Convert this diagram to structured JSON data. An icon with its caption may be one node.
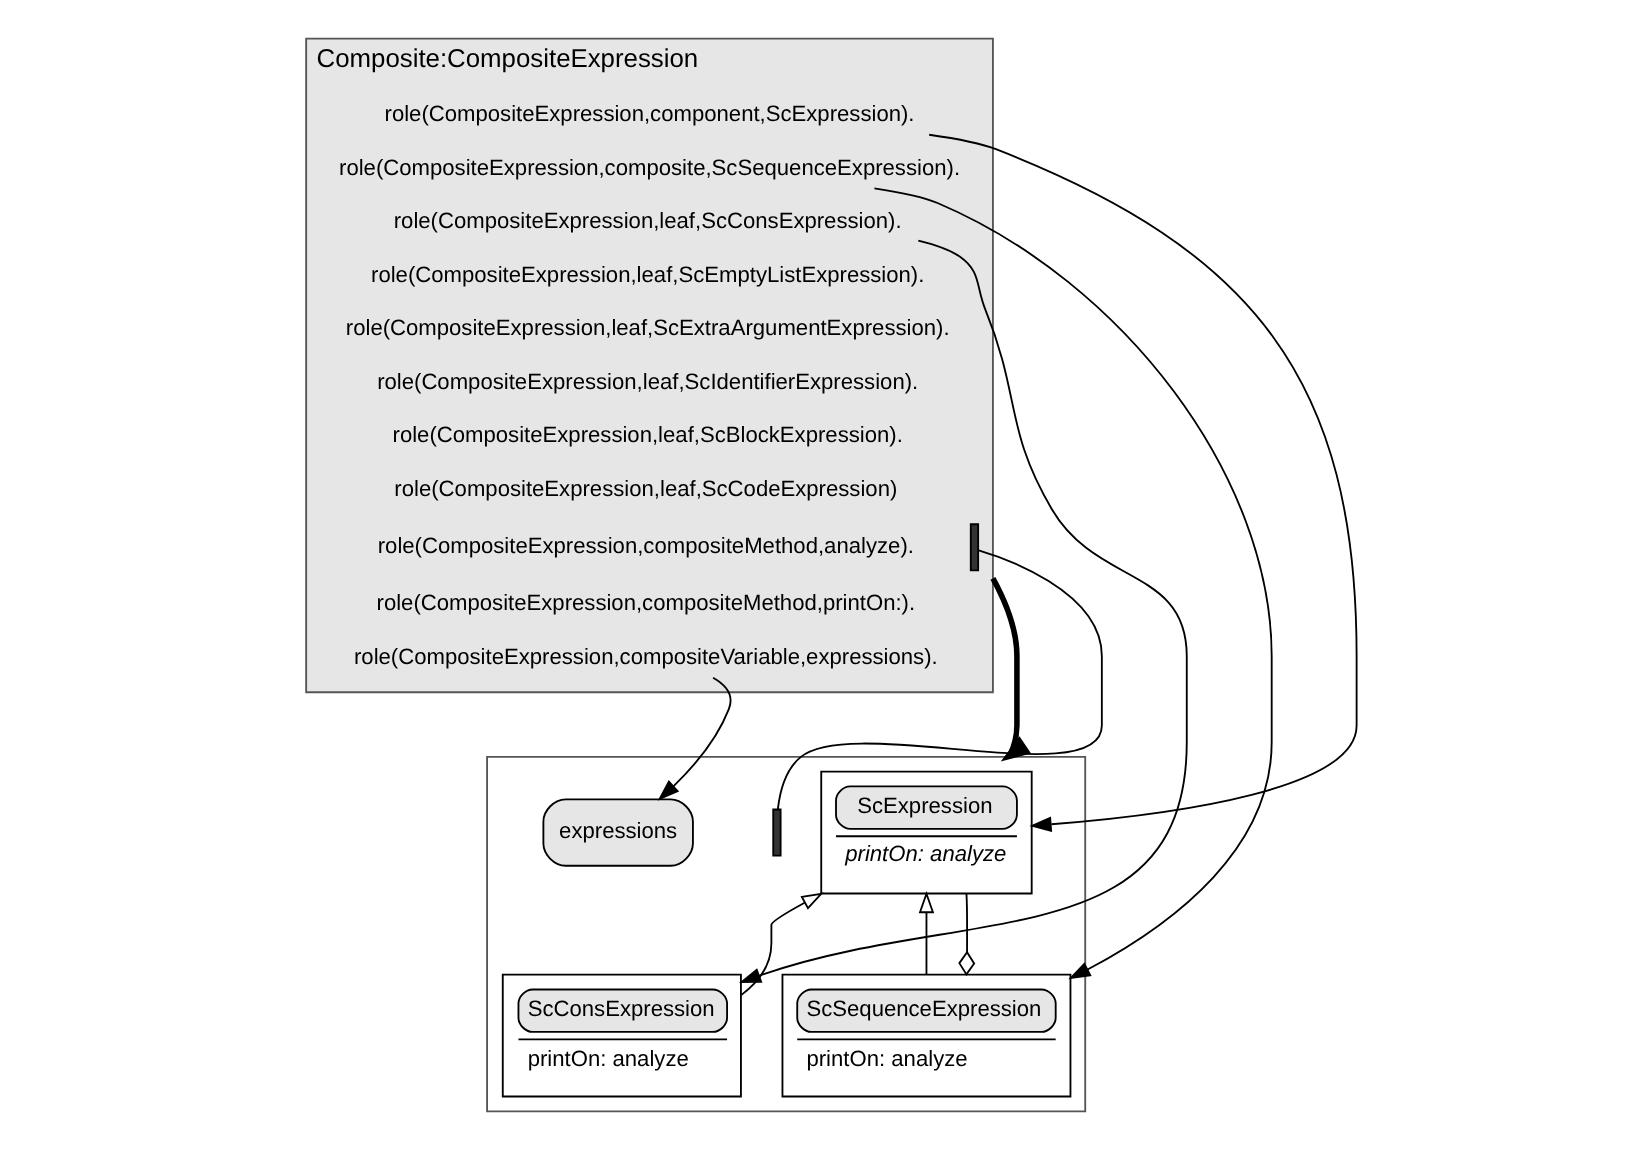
{
  "diagram": {
    "nodes": [
      {
        "text": [
          "Composite:CompositeExpression"
        ]
      },
      {
        "text": [
          "role(CompositeExpression,component,ScExpression)."
        ],
        "in": 0
      },
      {
        "text": [
          "role(CompositeExpression,composite,ScSequenceExpression)."
        ],
        "in": 0
      },
      {
        "text": [
          "role(CompositeExpression,leaf,ScConsExpression)."
        ],
        "in": 0
      },
      {
        "text": [
          "role(CompositeExpression,leaf,ScEmptyListExpression)."
        ],
        "in": 0
      },
      {
        "text": [
          "role(CompositeExpression,leaf,ScExtraArgumentExpression)."
        ],
        "in": 0
      },
      {
        "text": [
          "role(CompositeExpression,leaf,ScIdentifierExpression)."
        ],
        "in": 0
      },
      {
        "text": [
          "role(CompositeExpression,leaf,ScBlockExpression)."
        ],
        "in": 0
      },
      {
        "text": [
          "role(CompositeExpression,leaf,ScCodeExpression)"
        ],
        "in": 0
      },
      {
        "text": [
          "role(CompositeExpression,compositeMethod,analyze)."
        ],
        "in": 0
      },
      {
        "text": [
          "role(CompositeExpression,compositeMethod,printOn:)."
        ],
        "in": 0
      },
      {
        "text": [
          "role(CompositeExpression,compositeVariable,expressions)."
        ],
        "in": 0
      },
      {
        "text": [],
        "shape": "brace",
        "in": 0
      },
      {
        "text": [],
        "shape": "box"
      },
      {
        "text": [
          "ScExpression",
          "printOn: analyze"
        ],
        "in": 13
      },
      {
        "text": [],
        "shape": "brace",
        "in": 13
      },
      {
        "text": [
          "expressions"
        ],
        "in": 13
      },
      {
        "text": [
          "ScConsExpression",
          "printOn: analyze"
        ],
        "in": 13
      },
      {
        "text": [
          "ScSequenceExpression",
          "printOn: analyze"
        ],
        "in": 13
      }
    ],
    "edges": [
      {
        "from": 1,
        "to": 14,
        "arrow": "to"
      },
      {
        "from": 2,
        "to": 18,
        "arrow": "to"
      },
      {
        "from": 3,
        "to": 17,
        "arrow": "to"
      },
      {
        "from": 12,
        "to": 15,
        "arrow": "none"
      },
      {
        "from": 11,
        "to": 16,
        "arrow": "to"
      },
      {
        "from": 0,
        "to": 13,
        "arrow": "to",
        "style": "thick"
      },
      {
        "from": 17,
        "to": 14,
        "arrow": "to"
      },
      {
        "from": 18,
        "to": 14,
        "arrow": "to"
      },
      {
        "from": 14,
        "to": 18,
        "arrow": "other"
      }
    ]
  }
}
